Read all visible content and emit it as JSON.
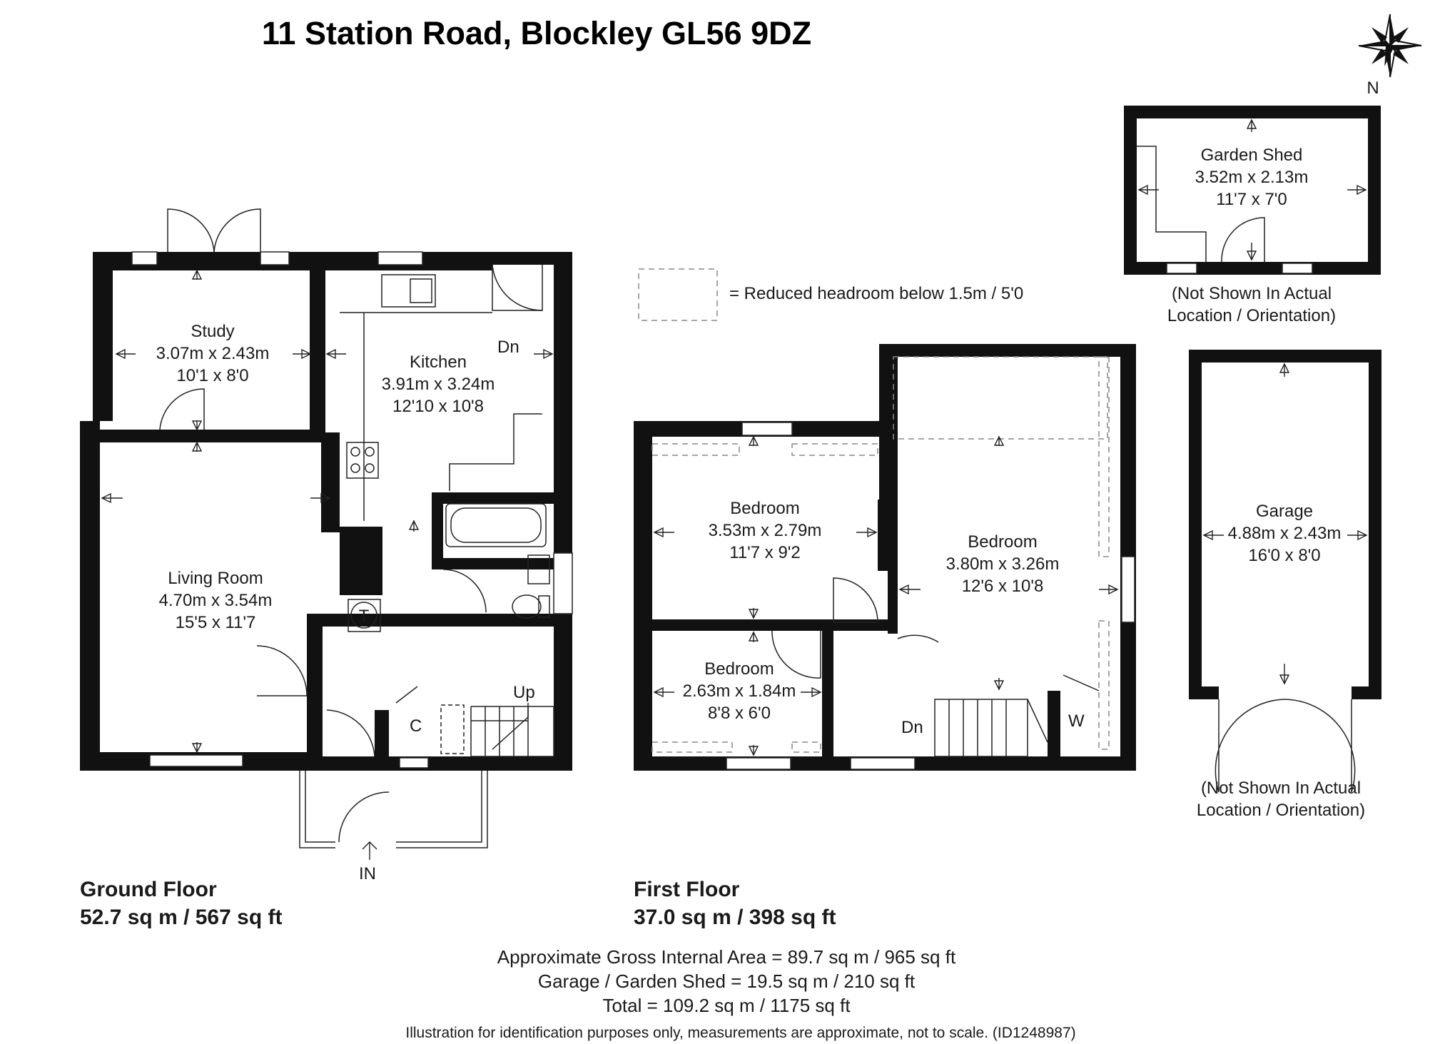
{
  "title": "11 Station Road, Blockley GL56 9DZ",
  "compass": {
    "label": "N"
  },
  "legend": {
    "text": "= Reduced headroom below 1.5m / 5'0"
  },
  "rooms": {
    "study": {
      "name": "Study",
      "metric": "3.07m x 2.43m",
      "imperial": "10'1 x 8'0"
    },
    "kitchen": {
      "name": "Kitchen",
      "metric": "3.91m x 3.24m",
      "imperial": "12'10 x 10'8"
    },
    "living": {
      "name": "Living Room",
      "metric": "4.70m x 3.54m",
      "imperial": "15'5 x 11'7"
    },
    "bedroom1": {
      "name": "Bedroom",
      "metric": "3.53m x 2.79m",
      "imperial": "11'7 x 9'2"
    },
    "bedroom2": {
      "name": "Bedroom",
      "metric": "3.80m x 3.26m",
      "imperial": "12'6 x 10'8"
    },
    "bedroom3": {
      "name": "Bedroom",
      "metric": "2.63m x 1.84m",
      "imperial": "8'8 x 6'0"
    },
    "shed": {
      "name": "Garden Shed",
      "metric": "3.52m x 2.13m",
      "imperial": "11'7 x 7'0"
    },
    "garage": {
      "name": "Garage",
      "metric": "4.88m x 2.43m",
      "imperial": "16'0 x 8'0"
    }
  },
  "marks": {
    "kitchen_dn": "Dn",
    "ground_up": "Up",
    "ground_cupboard": "C",
    "cylinder": "T",
    "first_dn": "Dn",
    "wardrobe": "W",
    "entrance": "IN"
  },
  "notes": {
    "shed_line1": "(Not Shown In Actual",
    "shed_line2": "Location / Orientation)",
    "garage_line1": "(Not Shown In Actual",
    "garage_line2": "Location / Orientation)"
  },
  "floors": {
    "ground": {
      "name": "Ground Floor",
      "area": "52.7 sq m / 567 sq ft"
    },
    "first": {
      "name": "First Floor",
      "area": "37.0 sq m / 398 sq ft"
    }
  },
  "summary": {
    "gross": "Approximate Gross Internal Area = 89.7 sq m / 965 sq ft",
    "outbuildings": "Garage / Garden Shed = 19.5 sq m / 210 sq ft",
    "total": "Total = 109.2 sq m / 1175 sq ft",
    "disclaimer": "Illustration for identification purposes only, measurements are approximate, not to scale. (ID1248987)"
  }
}
